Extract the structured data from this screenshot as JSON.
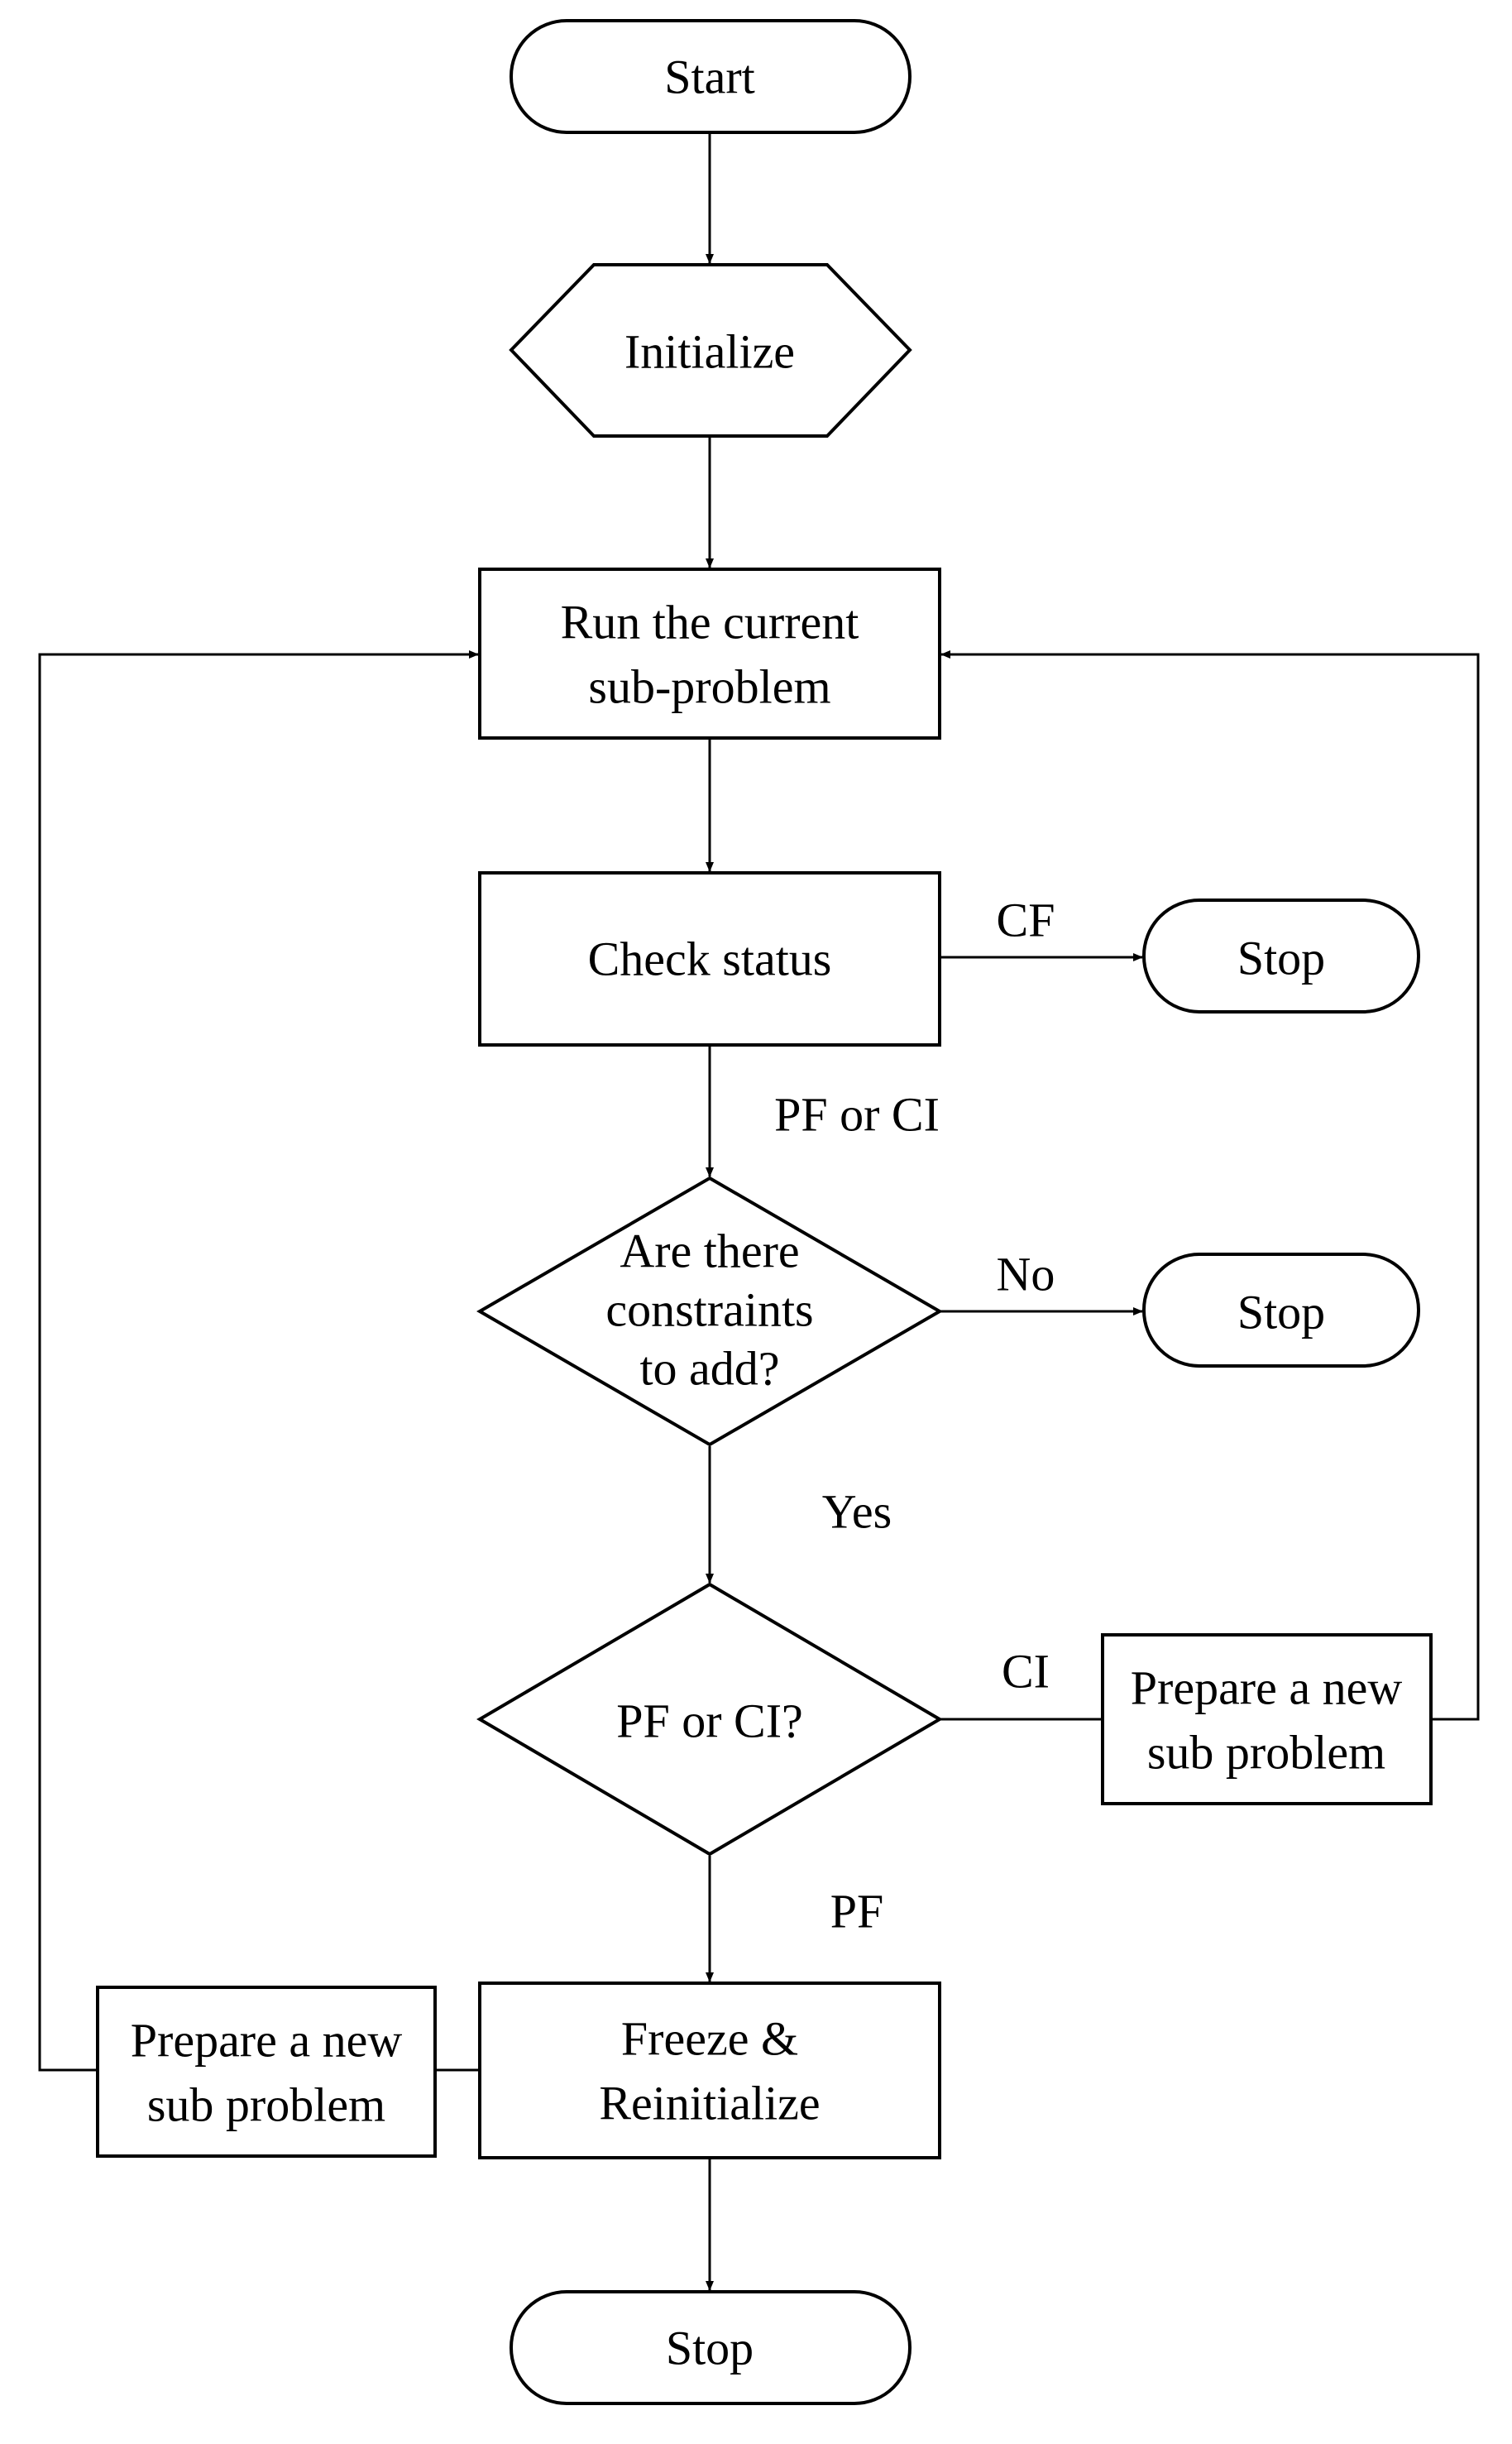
{
  "nodes": {
    "start": "Start",
    "initialize": "Initialize",
    "run": [
      "Run the current",
      "sub-problem"
    ],
    "check": "Check status",
    "stop_cf": "Stop",
    "constraints": [
      "Are there",
      "constraints",
      "to add?"
    ],
    "stop_no": "Stop",
    "pf_ci": "PF or CI?",
    "prepare_right": [
      "Prepare a new",
      "sub problem"
    ],
    "freeze": [
      "Freeze &",
      "Reinitialize"
    ],
    "prepare_left": [
      "Prepare a new",
      "sub problem"
    ],
    "stop_end": "Stop"
  },
  "edges": {
    "cf": "CF",
    "pf_or_ci": "PF or CI",
    "no": "No",
    "yes": "Yes",
    "ci": "CI",
    "pf": "PF"
  }
}
